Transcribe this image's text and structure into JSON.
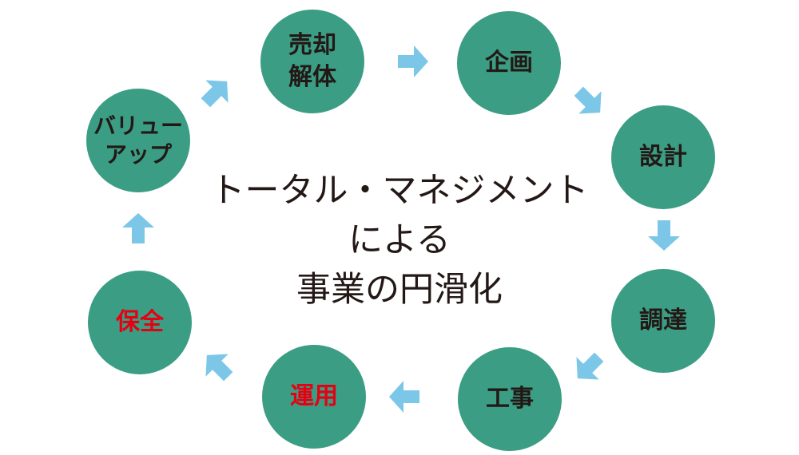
{
  "colors": {
    "node_fill": "#3a9d84",
    "text_dark": "#231815",
    "text_red": "#e60012",
    "arrow": "#7cc7e8",
    "background": "#ffffff"
  },
  "center": {
    "line1": "トータル・マネジメント",
    "line2": "による",
    "line3": "事業の円滑化"
  },
  "cycle": {
    "sell": {
      "label": "売却\n解体",
      "text_color": "dark"
    },
    "plan": {
      "label": "企画",
      "text_color": "dark"
    },
    "design": {
      "label": "設計",
      "text_color": "dark"
    },
    "procure": {
      "label": "調達",
      "text_color": "dark"
    },
    "works": {
      "label": "工事",
      "text_color": "dark"
    },
    "operate": {
      "label": "運用",
      "text_color": "red"
    },
    "maintain": {
      "label": "保全",
      "text_color": "red"
    },
    "value": {
      "label": "バリュー\nアップ",
      "text_color": "dark"
    }
  },
  "arrow_icon": "block-arrow-icon"
}
